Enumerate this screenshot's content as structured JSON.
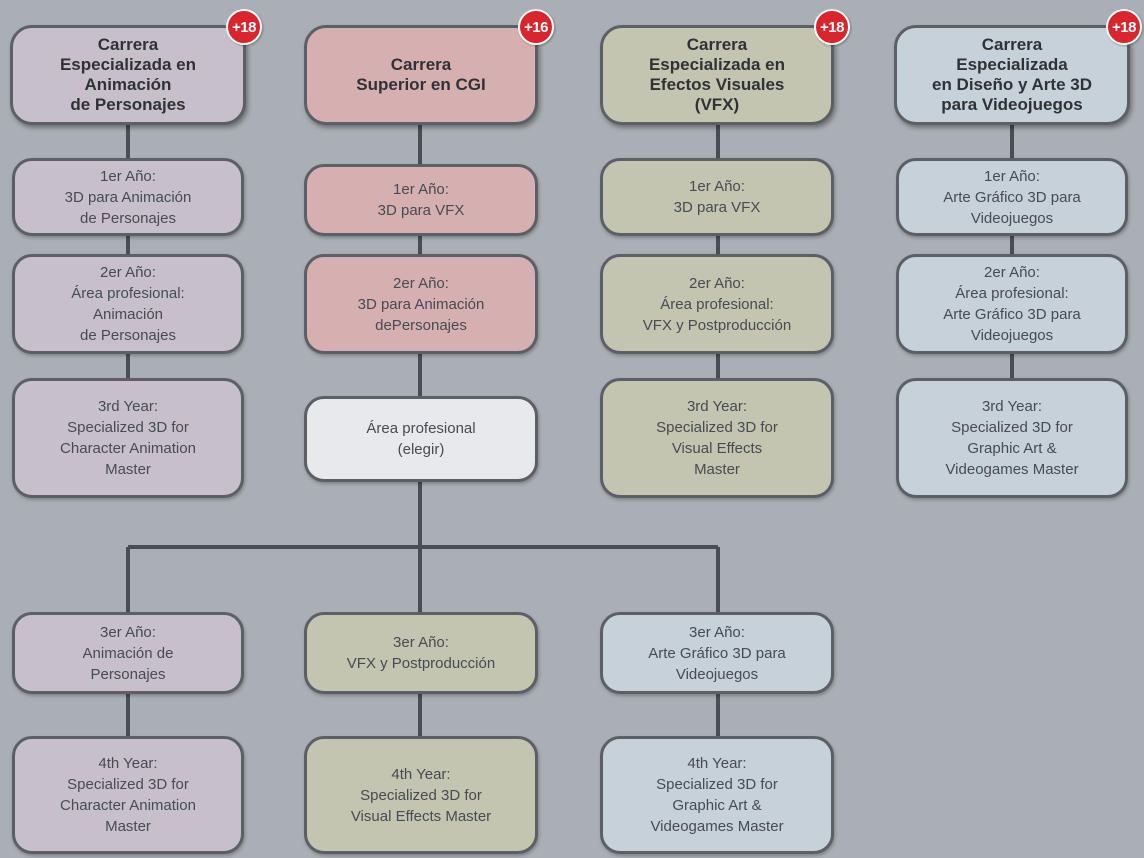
{
  "colors": {
    "background": "#a9afb5",
    "purple": "#c7c0ca",
    "pink": "#d6b0b0",
    "green": "#c4c5b0",
    "blue": "#c6d1da",
    "white": "#e7e9ec",
    "badge": "#d9252b",
    "line": "#4a4e54"
  },
  "columns": {
    "animacion": {
      "title": "Carrera\nEspecializada en\nAnimación\nde Personajes",
      "badge": "+18",
      "year1": "1er Año:\n3D para Animación\nde Personajes",
      "year2": "2er Año:\nÁrea profesional:\nAnimación\nde Personajes",
      "year3": "3rd Year:\nSpecialized 3D for\nCharacter Animation\nMaster"
    },
    "cgi": {
      "title": "Carrera\nSuperior en CGI",
      "badge": "+16",
      "year1": "1er Año:\n3D para VFX",
      "year2": "2er Año:\n3D para Animación\ndePersonajes",
      "area": "Área profesional\n(elegir)"
    },
    "vfx": {
      "title": "Carrera\nEspecializada en\nEfectos Visuales\n(VFX)",
      "badge": "+18",
      "year1": "1er Año:\n3D para VFX",
      "year2": "2er Año:\nÁrea profesional:\nVFX y Postproducción",
      "year3": "3rd Year:\nSpecialized 3D for\nVisual Effects\nMaster"
    },
    "videojuegos": {
      "title": "Carrera\nEspecializada\nen Diseño y Arte 3D\npara Videojuegos",
      "badge": "+18",
      "year1": "1er Año:\nArte Gráfico 3D para\nVideojuegos",
      "year2": "2er Año:\nÁrea profesional:\nArte Gráfico 3D para\nVideojuegos",
      "year3": "3rd Year:\nSpecialized 3D for\nGraphic Art &\nVideogames Master"
    }
  },
  "branches": {
    "animacion": {
      "year3": "3er Año:\nAnimación de\nPersonajes",
      "year4": "4th Year:\nSpecialized 3D for\nCharacter Animation\nMaster"
    },
    "vfx": {
      "year3": "3er Año:\nVFX y Postproducción",
      "year4": "4th Year:\nSpecialized 3D for\nVisual Effects Master"
    },
    "videojuegos": {
      "year3": "3er Año:\nArte Gráfico 3D para\nVideojuegos",
      "year4": "4th Year:\nSpecialized 3D for\nGraphic Art &\nVideogames Master"
    }
  }
}
